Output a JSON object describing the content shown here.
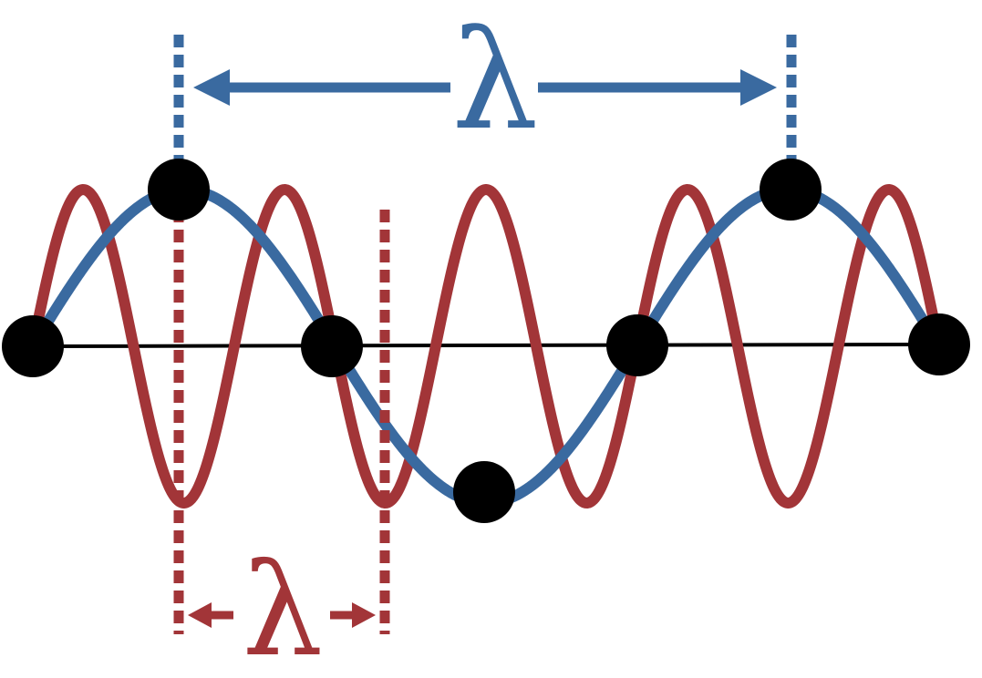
{
  "labels": {
    "top_wavelength": "λ",
    "bottom_wavelength": "λ"
  },
  "colors": {
    "background": "#ffffff",
    "long_wave": "#3a6aa0",
    "short_wave": "#a23538",
    "axis": "#000000",
    "node": "#000000"
  },
  "waves": {
    "long_wave_cycles_shown": 1.5,
    "short_wave_cycles_shown": 4.5,
    "wavelength_ratio": 3
  }
}
